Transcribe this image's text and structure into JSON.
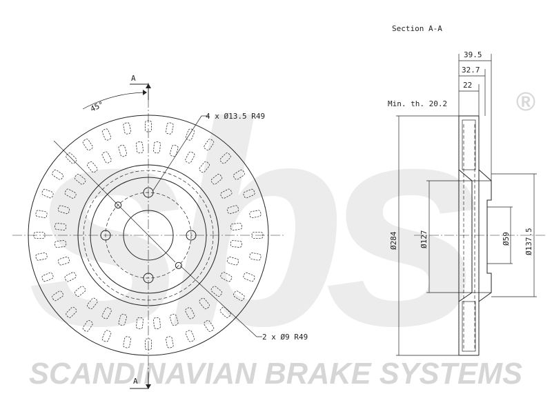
{
  "watermark": {
    "logo_text": "sbs",
    "registered_mark": "®",
    "company_name": "SCANDINAVIAN BRAKE SYSTEMS"
  },
  "front_view": {
    "section_marker_top": "A",
    "section_marker_bottom": "A",
    "angle_label": "45°",
    "bolt_holes_label": "4 x Ø13.5  R49",
    "small_holes_label": "2 x Ø9   R49",
    "ventilation_slot_count": 64
  },
  "section_view": {
    "title": "Section A-A",
    "min_thickness_label": "Min. th. 20.2",
    "dimensions": {
      "overall_height": "39.5",
      "hat_height": "32.7",
      "disc_thickness": "22",
      "outer_diameter": "Ø284",
      "hat_diameter": "Ø127",
      "center_bore": "Ø59",
      "pcd_diameter": "Ø137.5"
    }
  },
  "colors": {
    "line": "#222222",
    "watermark": "#e2e2e2",
    "background": "#ffffff"
  }
}
